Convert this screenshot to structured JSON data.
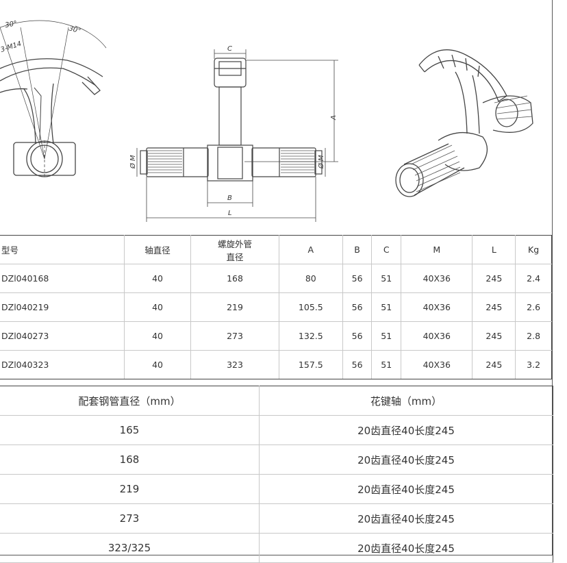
{
  "drawing": {
    "angle_left": "30°",
    "angle_right": "30°",
    "thread_label": "3-M14",
    "dim_c": "C",
    "dim_a": "A",
    "dim_b": "B",
    "dim_l": "L",
    "dim_m": "Ø M"
  },
  "spec_table": {
    "headers": [
      "型号",
      "轴直径",
      "螺旋外管直径",
      "A",
      "B",
      "C",
      "M",
      "L",
      "Kg"
    ],
    "header_line1": "螺旋外管",
    "header_line2": "直径",
    "rows": [
      [
        "DZl040168",
        "40",
        "168",
        "80",
        "56",
        "51",
        "40X36",
        "245",
        "2.4"
      ],
      [
        "DZl040219",
        "40",
        "219",
        "105.5",
        "56",
        "51",
        "40X36",
        "245",
        "2.6"
      ],
      [
        "DZl040273",
        "40",
        "273",
        "132.5",
        "56",
        "51",
        "40X36",
        "245",
        "2.8"
      ],
      [
        "DZl040323",
        "40",
        "323",
        "157.5",
        "56",
        "51",
        "40X36",
        "245",
        "3.2"
      ]
    ]
  },
  "pipe_table": {
    "headers": [
      "配套钢管直径（mm）",
      "花键轴（mm）"
    ],
    "rows": [
      [
        "165",
        "20齿直径40长度245"
      ],
      [
        "168",
        "20齿直径40长度245"
      ],
      [
        "219",
        "20齿直径40长度245"
      ],
      [
        "273",
        "20齿直径40长度245"
      ],
      [
        "323/325",
        "20齿直径40长度245"
      ]
    ]
  }
}
